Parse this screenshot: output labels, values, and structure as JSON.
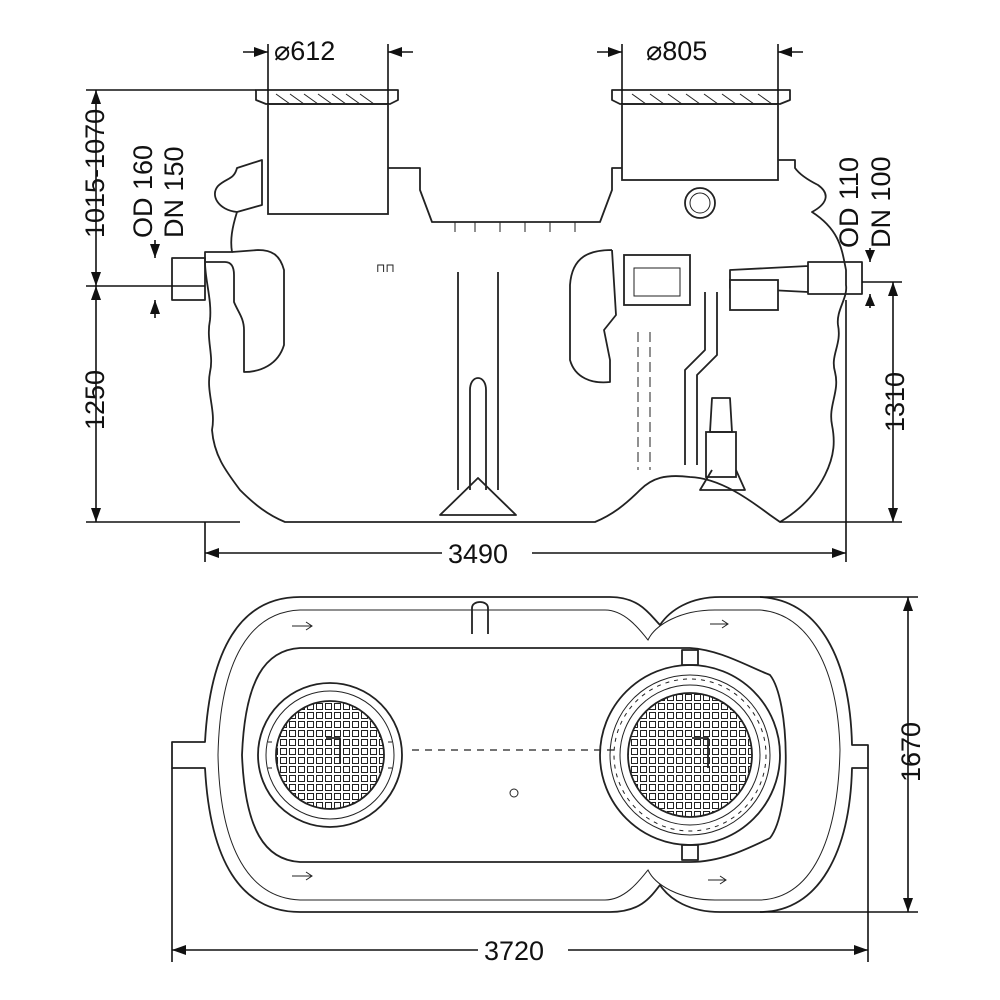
{
  "dimensions": {
    "cover_left_diameter": "⌀612",
    "cover_right_diameter": "⌀805",
    "height_top_range": "1015-1070",
    "inlet_od": "OD 160",
    "inlet_dn": "DN 150",
    "outlet_od": "OD 110",
    "outlet_dn": "DN 100",
    "inlet_height": "1250",
    "outlet_height": "1310",
    "body_length": "3490",
    "overall_length": "3720",
    "overall_width": "1670"
  },
  "colors": {
    "line": "#222222",
    "background": "#ffffff"
  },
  "icons": {
    "flow_arrow": "flow-arrow-icon",
    "manhole_cover": "manhole-cover-icon",
    "pump": "pump-icon"
  }
}
